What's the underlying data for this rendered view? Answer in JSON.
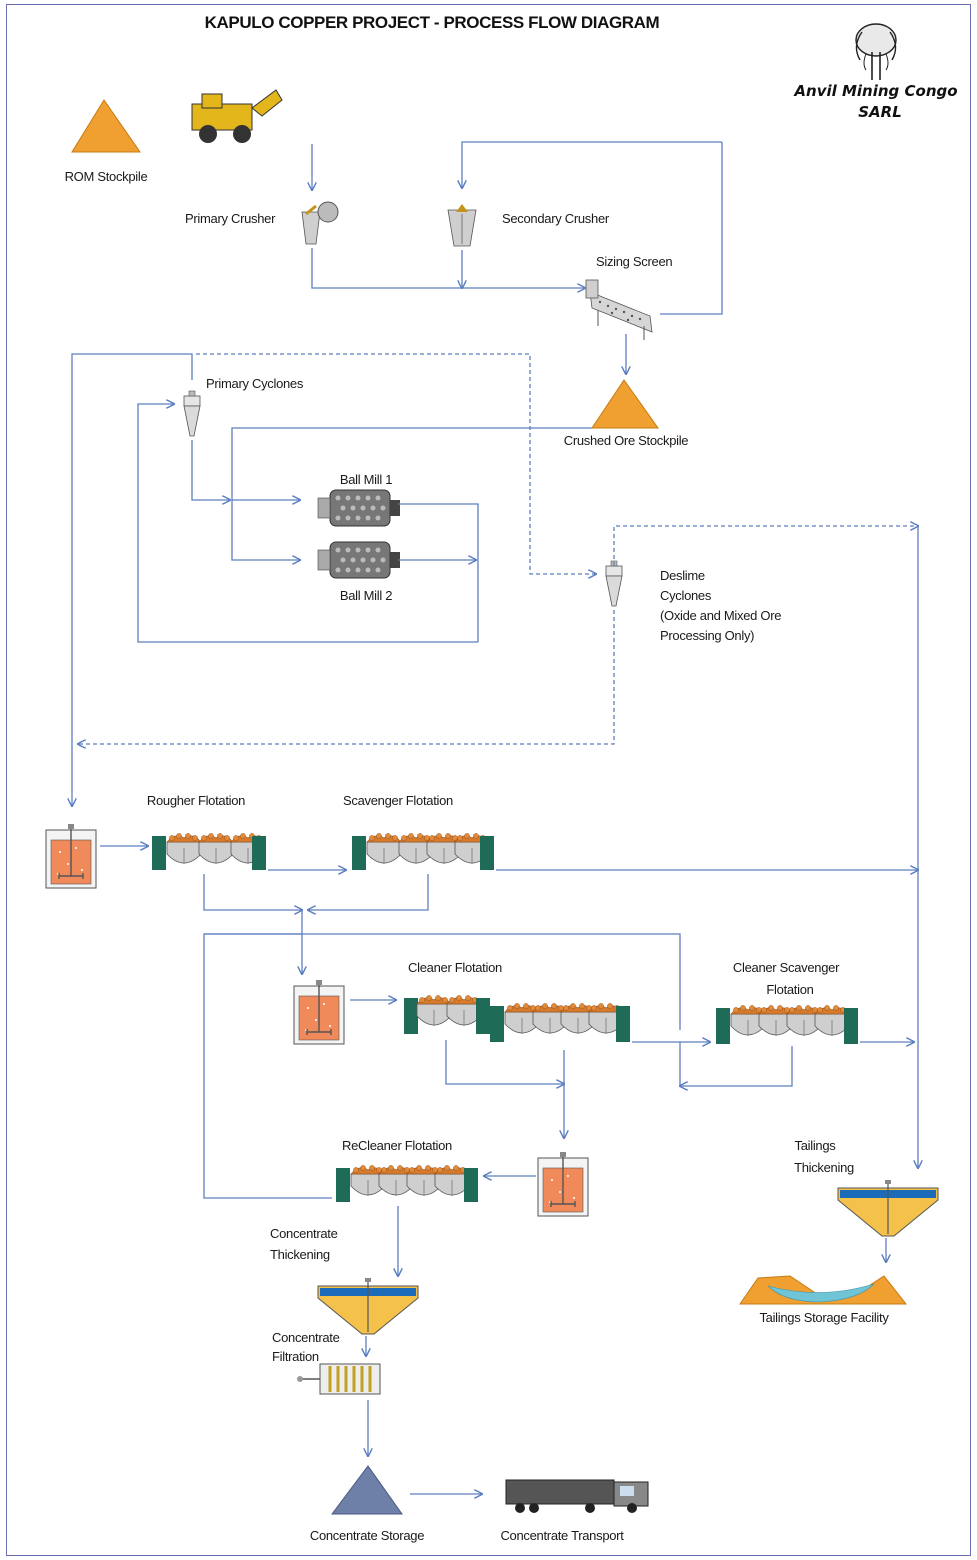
{
  "title": "KAPULO COPPER PROJECT - PROCESS FLOW DIAGRAM",
  "company": {
    "line1": "Anvil Mining Congo",
    "line2": "SARL",
    "logo_icon": "elephant-icon"
  },
  "colors": {
    "flow": "#5d7fc0",
    "stockpile": "#f0a030",
    "cell_green": "#1e6b58",
    "froth": "#d77a2a",
    "tank_fill": "#f08a5a",
    "water": "#1c6bb8",
    "concentrate": "#6e7fa8"
  },
  "labels": {
    "rom_stockpile": "ROM Stockpile",
    "primary_crusher": "Primary Crusher",
    "secondary_crusher": "Secondary Crusher",
    "sizing_screen": "Sizing Screen",
    "primary_cyclones": "Primary Cyclones",
    "crushed_ore_stockpile": "Crushed Ore Stockpile",
    "ball_mill_1": "Ball Mill 1",
    "ball_mill_2": "Ball Mill 2",
    "deslime_cyclones": [
      "Deslime",
      "Cyclones",
      "(Oxide and Mixed Ore",
      "Processing Only)"
    ],
    "rougher_flotation": "Rougher Flotation",
    "scavenger_flotation": "Scavenger Flotation",
    "cleaner_flotation": "Cleaner Flotation",
    "cleaner_scavenger_flotation": [
      "Cleaner Scavenger",
      "Flotation"
    ],
    "recleaner_flotation": "ReCleaner Flotation",
    "tailings_thickening": [
      "Tailings",
      "Thickening"
    ],
    "tailings_storage_facility": "Tailings Storage Facility",
    "concentrate_thickening": [
      "Concentrate",
      "Thickening"
    ],
    "concentrate_filtration": [
      "Concentrate",
      "Filtration"
    ],
    "concentrate_storage": "Concentrate Storage",
    "concentrate_transport": "Concentrate Transport"
  }
}
